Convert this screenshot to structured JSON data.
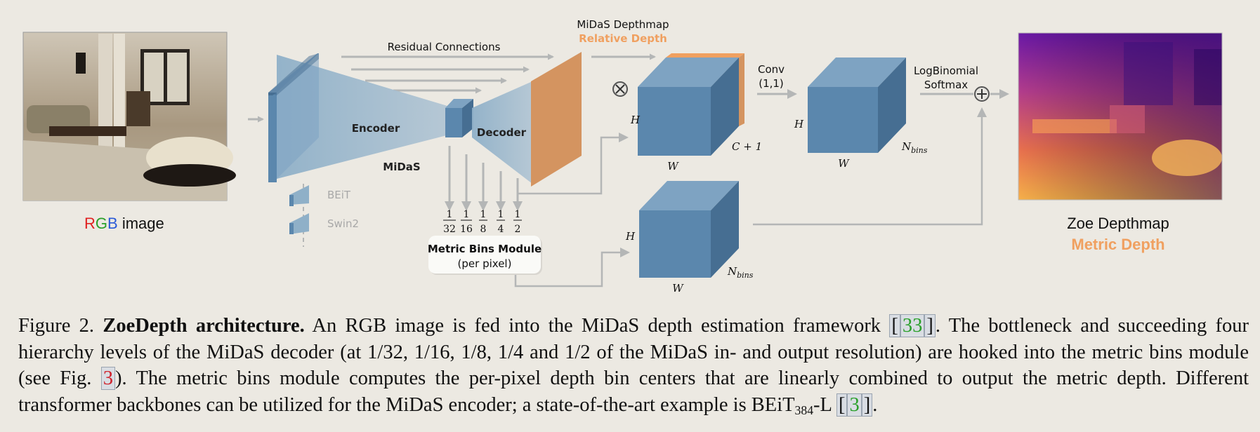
{
  "figure": {
    "input_label_r": "R",
    "input_label_g": "G",
    "input_label_b": "B",
    "input_label_rest": " image",
    "residual_connections": "Residual Connections",
    "midas_depthmap": "MiDaS Depthmap",
    "relative_depth": "Relative Depth",
    "encoder": "Encoder",
    "decoder": "Decoder",
    "midas": "MiDaS",
    "beit": "BEiT",
    "swin2": "Swin2",
    "fractions": [
      {
        "num": "1",
        "den": "32"
      },
      {
        "num": "1",
        "den": "16"
      },
      {
        "num": "1",
        "den": "8"
      },
      {
        "num": "1",
        "den": "4"
      },
      {
        "num": "1",
        "den": "2"
      }
    ],
    "metric_bins_title": "Metric Bins Module",
    "metric_bins_sub": "(per pixel)",
    "conv_label": "Conv",
    "conv_kernel": "(1,1)",
    "logbinomial": "LogBinomial",
    "softmax": "Softmax",
    "dim_h": "H",
    "dim_w": "W",
    "dim_c1": "C + 1",
    "dim_n": "N",
    "dim_bins": "bins",
    "zoe_depthmap": "Zoe Depthmap",
    "metric_depth": "Metric Depth"
  },
  "colors": {
    "block_front": "#5b87ad",
    "block_top": "#7ea3c2",
    "block_side": "#466e92",
    "orange": "#d49460",
    "orange_text": "#f0a060",
    "arrow": "#b4b6b6",
    "background": "#ece9e2"
  },
  "caption": {
    "lead": "Figure 2. ",
    "title": "ZoeDepth architecture.",
    "text1": " An RGB image is fed into the MiDaS depth estimation framework ",
    "ref1": "33",
    "text2": ". The bottleneck and succeeding four hierarchy levels of the MiDaS decoder (at 1/32, 1/16, 1/8, 1/4 and 1/2 of the MiDaS in- and output resolution) are hooked into the metric bins module (see Fig. ",
    "ref2": "3",
    "text3": "). The metric bins module computes the per-pixel depth bin centers that are linearly combined to output the metric depth. Different transformer backbones can be utilized for the MiDaS encoder; a state-of-the-art example is BEiT",
    "sub384": "384",
    "text4": "-L ",
    "ref3": "3",
    "text5": "."
  }
}
